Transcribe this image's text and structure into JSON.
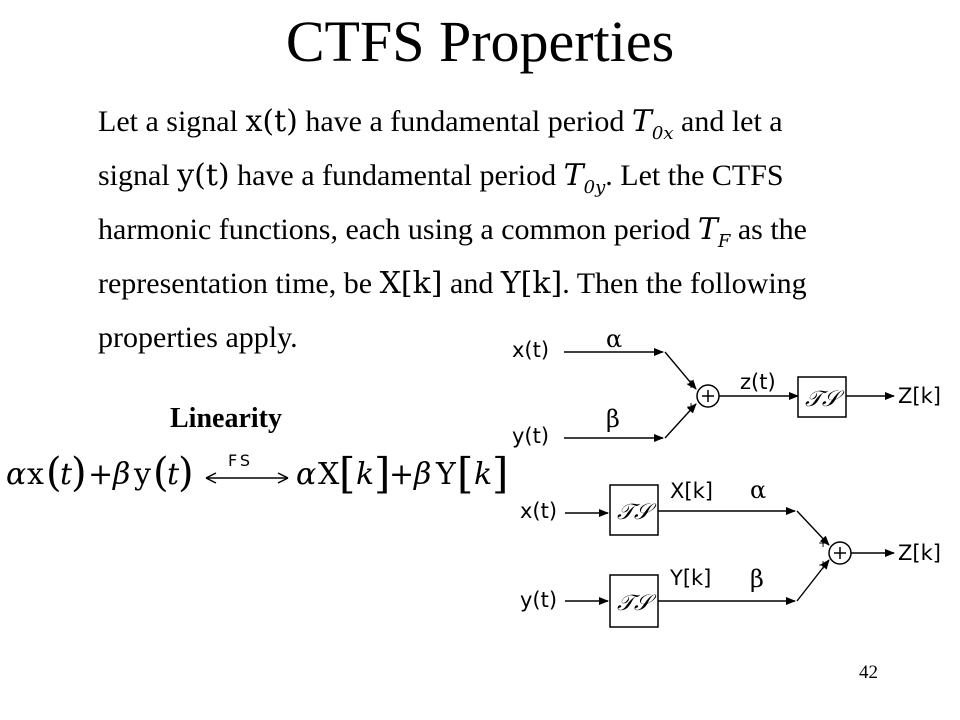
{
  "slide": {
    "title": "CTFS Properties",
    "page_number": "42",
    "section_label": "Linearity"
  },
  "paragraph": {
    "l1_a": "Let a signal ",
    "x_t": "x(t)",
    "l1_b": " have a fundamental period ",
    "T": "T",
    "sub_0x": "0x",
    "l1_c": " and let a",
    "l2_a": "signal ",
    "y_t": "y(t)",
    "l2_b": " have a fundamental period ",
    "sub_0y": "0y",
    "l2_c": ".  Let the CTFS",
    "l3_a": "harmonic functions, each using a common period ",
    "sub_F": "F",
    "l3_b": " as the",
    "l4_a": "representation time, be ",
    "Xk": "X[k]",
    "l4_and": " and ",
    "Yk": "Y[k]",
    "l4_b": ".  Then the following",
    "l5": "properties apply."
  },
  "equation": {
    "alpha": "α",
    "beta": "β",
    "x": "x",
    "y": "y",
    "t": "t",
    "plus": "+",
    "X": "X",
    "Y": "Y",
    "k": "k",
    "lb": "[",
    "rb": "]",
    "lp": "(",
    "rp": ")",
    "fs_label": "FS"
  },
  "diagram_top": {
    "x_in": "x(t)",
    "y_in": "y(t)",
    "alpha": "α",
    "beta": "β",
    "sum_sign": "+",
    "z_t": "z(t)",
    "block": "𝒯𝒮",
    "out": "Z[k]"
  },
  "diagram_bottom": {
    "x_in": "x(t)",
    "y_in": "y(t)",
    "block": "𝒯𝒮",
    "Xk": "X[k]",
    "Yk": "Y[k]",
    "alpha": "α",
    "beta": "β",
    "sum_sign": "+",
    "out": "Z[k]"
  }
}
